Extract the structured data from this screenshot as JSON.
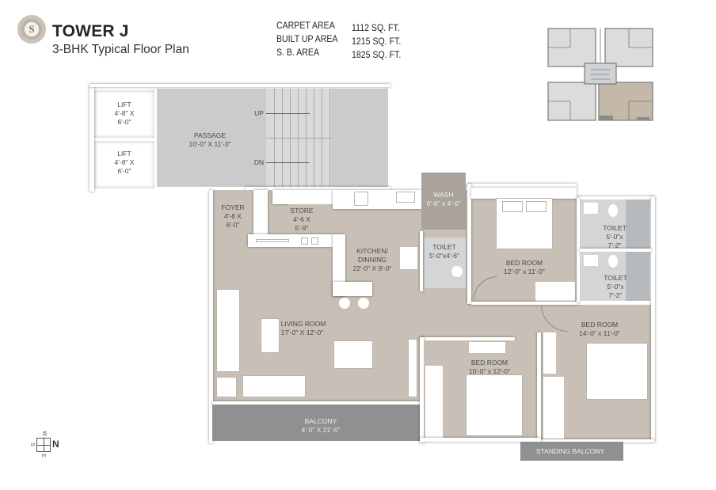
{
  "header": {
    "logo_letter": "S",
    "title": "TOWER J",
    "subtitle": "3-BHK Typical Floor Plan"
  },
  "areas": [
    {
      "label": "CARPET AREA",
      "value": "1112 SQ. FT."
    },
    {
      "label": "BUILT UP AREA",
      "value": "1215 SQ. FT."
    },
    {
      "label": "S. B. AREA",
      "value": "1825 SQ. FT."
    }
  ],
  "key_plan": {
    "description": "Building key plan with highlighted unit at bottom-right",
    "highlight_color": "#c4b8a8"
  },
  "rooms": {
    "lift1": {
      "name": "LIFT",
      "line1": "4'-8\" X",
      "line2": "6'-0\""
    },
    "lift2": {
      "name": "LIFT",
      "line1": "4'-8\" X",
      "line2": "6'-0\""
    },
    "passage": {
      "name": "PASSAGE",
      "dims": "10'-0\" X 11'-3\""
    },
    "stairs": {
      "up": "UP",
      "down": "DN"
    },
    "foyer": {
      "name": "FOYER",
      "line1": "4'-6 X",
      "line2": "6'-0\""
    },
    "store": {
      "name": "STORE",
      "line1": "4'-6 X",
      "line2": "5'-9\""
    },
    "kitchen": {
      "name": "KITCHEN/",
      "line2": "DINNING",
      "dims": "22'-0\" X 9'-0\""
    },
    "wash": {
      "name": "WASH",
      "dims": "6'-6\" x 4'-6\""
    },
    "toilet_common": {
      "name": "TOILET",
      "dims": "5'-0\"x4'-6\""
    },
    "bedroom1": {
      "name": "BED ROOM",
      "dims": "12'-0\" x 11'-0\""
    },
    "toilet1": {
      "name": "TOILET",
      "line1": "5'-0\"x",
      "line2": "7'-2\""
    },
    "toilet2": {
      "name": "TOILET",
      "line1": "5'-0\"x",
      "line2": "7'-2\""
    },
    "living": {
      "name": "LIVING ROOM",
      "dims": "17'-0\" X 12'-0\""
    },
    "bedroom2": {
      "name": "BED ROOM",
      "dims": "10'-0\" x 12'-0\""
    },
    "bedroom3": {
      "name": "BED ROOM",
      "dims": "14'-0\" x 11'-0\""
    },
    "balcony": {
      "name": "BALCONY",
      "dims": "4'-0\" X 21'-5\""
    },
    "standing_balcony": {
      "name": "STANDING BALCONY"
    }
  },
  "compass": {
    "n": "N",
    "s": "S",
    "e": "E",
    "w": "W"
  },
  "colors": {
    "floor_beige": "#c8c0b6",
    "passage_grey": "#c9cbcd",
    "balcony_dark": "#8e9092",
    "wash_taupe": "#a9a39c"
  }
}
